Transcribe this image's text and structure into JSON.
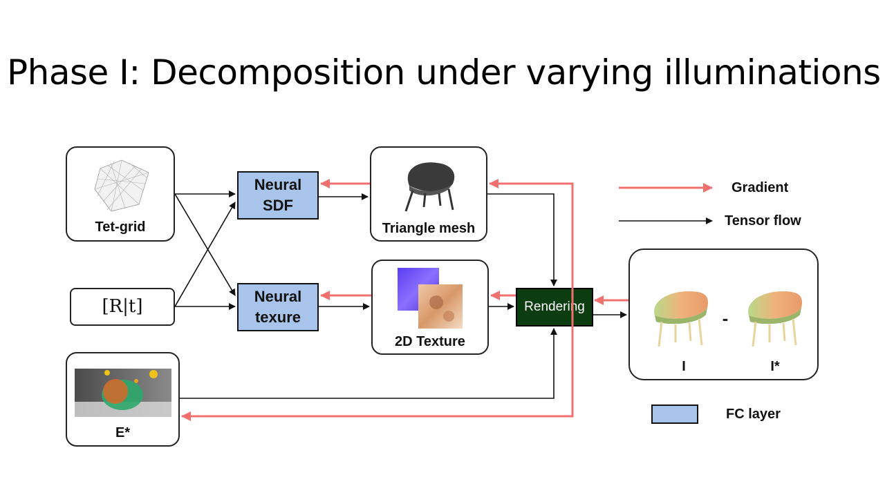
{
  "slide": {
    "title": "Phase I: Decomposition under varying illuminations"
  },
  "diagram": {
    "inputs": {
      "tet_grid_label": "Tet-grid",
      "pose_label": "[R|t]",
      "envmap_label": "E*"
    },
    "fc_blocks": {
      "neural_sdf_line1": "Neural",
      "neural_sdf_line2": "SDF",
      "neural_texture_line1": "Neural",
      "neural_texture_line2": "texure"
    },
    "outputs": {
      "triangle_mesh_label": "Triangle mesh",
      "texture_label": "2D Texture",
      "rendering_label": "Rendering",
      "image_label": "I",
      "target_image_label": "I*",
      "minus_sign": "-"
    },
    "legend": {
      "gradient_label": "Gradient",
      "tensor_flow_label": "Tensor flow",
      "fc_layer_label": "FC layer"
    },
    "colors": {
      "gradient_arrow": "#f07070",
      "tensor_arrow": "#111111",
      "fc_fill": "#a9c4ea",
      "rendering_fill": "#0b3d10"
    }
  }
}
